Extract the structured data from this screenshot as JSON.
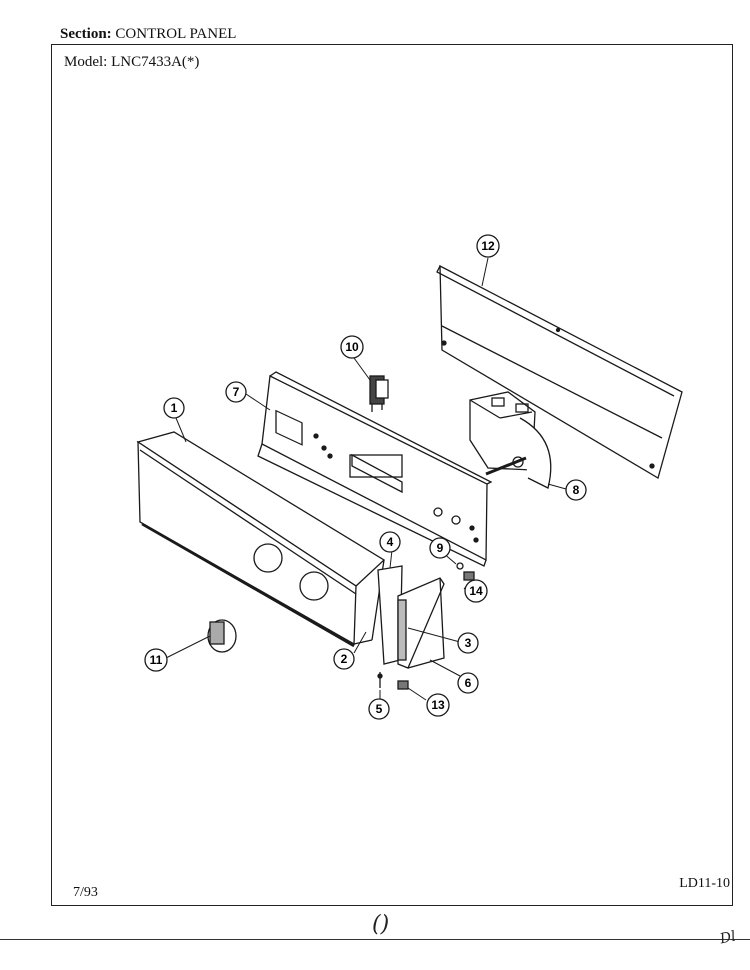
{
  "header": {
    "section_label": "Section:",
    "section_value": "CONTROL PANEL",
    "model_label": "Model:",
    "model_value": "LNC7433A(*)"
  },
  "footer": {
    "date": "7/93",
    "page_code": "LD11-10"
  },
  "handwriting": {
    "mid": "()",
    "right": "Dl"
  },
  "callouts": [
    {
      "id": "callout-1",
      "label": "1"
    },
    {
      "id": "callout-2",
      "label": "2"
    },
    {
      "id": "callout-3",
      "label": "3"
    },
    {
      "id": "callout-4",
      "label": "4"
    },
    {
      "id": "callout-5",
      "label": "5"
    },
    {
      "id": "callout-6",
      "label": "6"
    },
    {
      "id": "callout-7",
      "label": "7"
    },
    {
      "id": "callout-8",
      "label": "8"
    },
    {
      "id": "callout-9",
      "label": "9"
    },
    {
      "id": "callout-10",
      "label": "10"
    },
    {
      "id": "callout-11",
      "label": "11"
    },
    {
      "id": "callout-12",
      "label": "12"
    },
    {
      "id": "callout-13",
      "label": "13"
    },
    {
      "id": "callout-14",
      "label": "14"
    }
  ]
}
